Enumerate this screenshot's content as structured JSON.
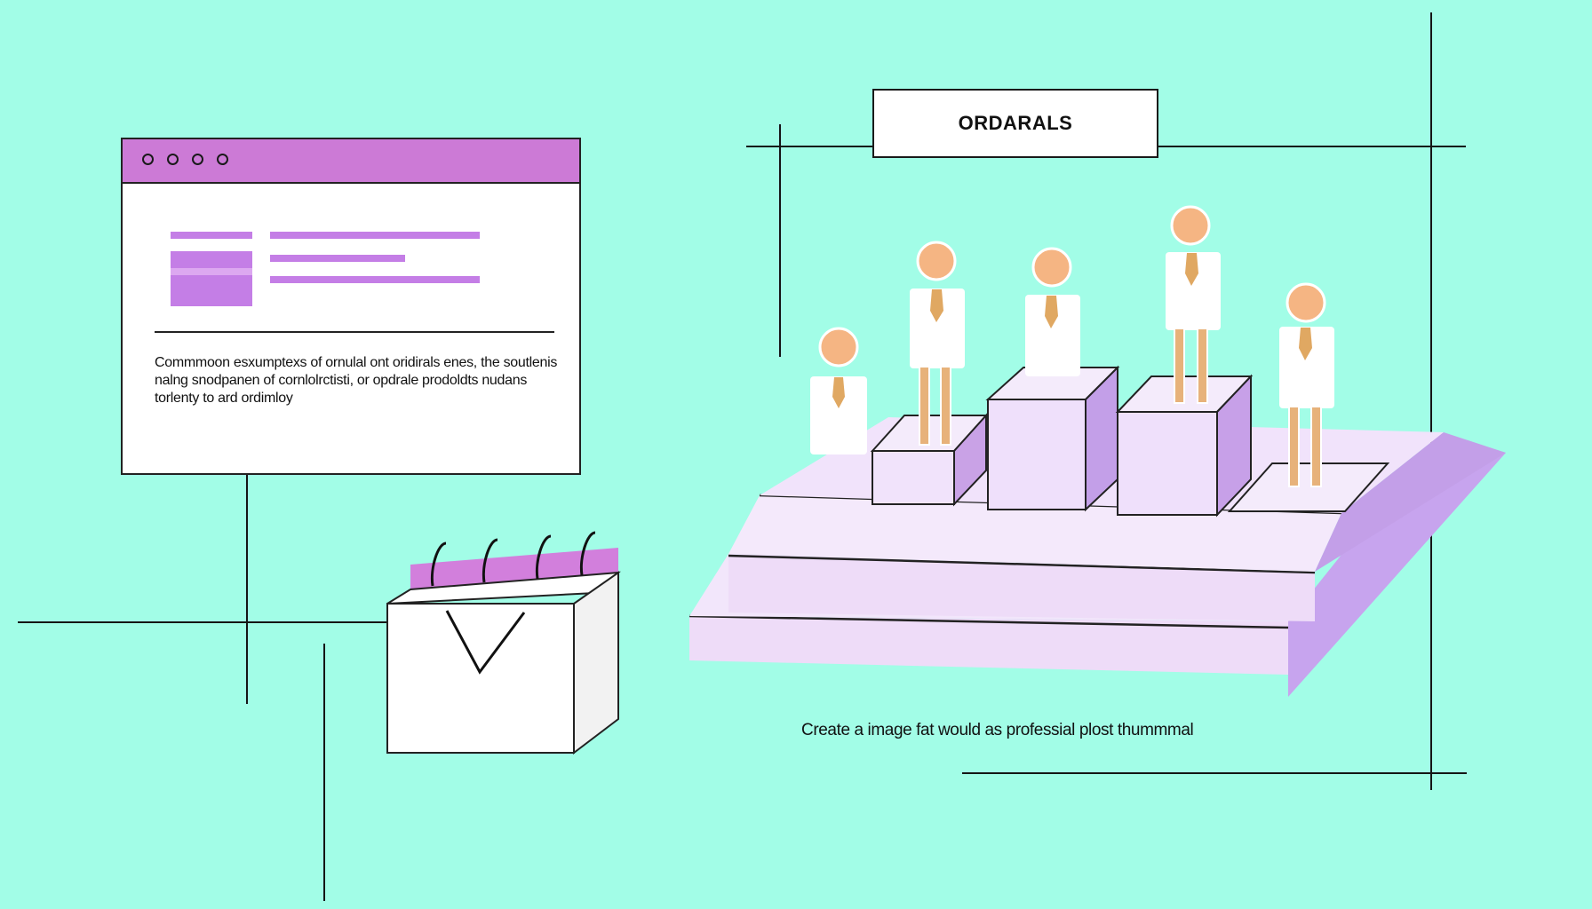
{
  "browser": {
    "description": "Commmoon esxumptexs of ornulal ont oridirals enes, the soutlenis nalng snodpanen of cornlolrctisti, or opdrale prodoldts nudans torlenty to ard ordimloy"
  },
  "podium": {
    "title": "ORDARALS"
  },
  "caption": "Create a image fat would as professial plost thummmal",
  "colors": {
    "background": "#a2fde7",
    "accent": "#cc7ad6",
    "platform": "#eedcf8",
    "skin": "#f5b583",
    "tie": "#e0a862"
  }
}
